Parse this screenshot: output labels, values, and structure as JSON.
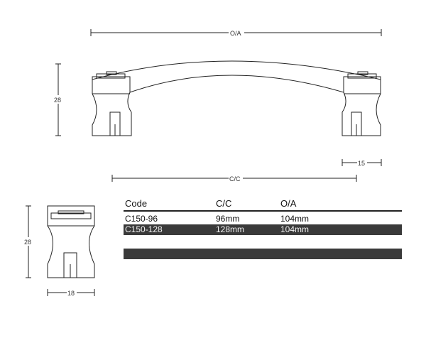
{
  "dimensions": {
    "overall_length": "O/A",
    "height_side": "28",
    "foot_width": "15",
    "centres": "C/C",
    "height_end": "28",
    "depth_end": "18"
  },
  "table": {
    "headers": {
      "code": "Code",
      "cc": "C/C",
      "oa": "O/A"
    },
    "rows": [
      {
        "code": "C150-96",
        "cc": "96mm",
        "oa": "104mm"
      },
      {
        "code": "C150-128",
        "cc": "128mm",
        "oa": "104mm"
      }
    ]
  },
  "colors": {
    "line": "#222222",
    "row_dark": "#3a3a3a",
    "background": "#ffffff"
  }
}
